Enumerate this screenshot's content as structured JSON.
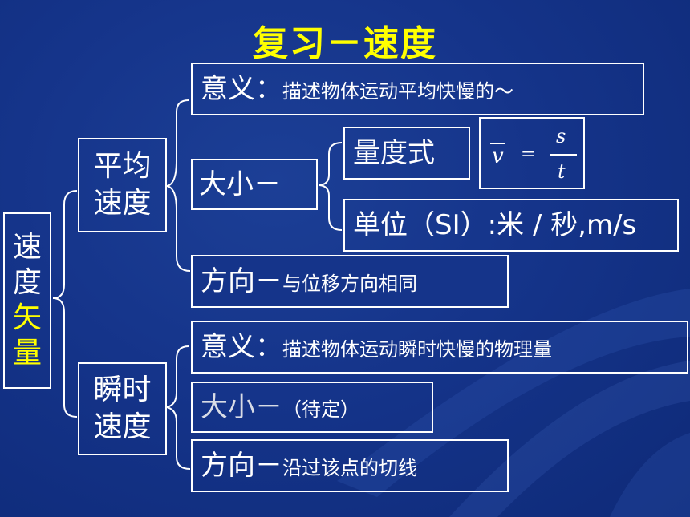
{
  "title": "复习－速度",
  "root": {
    "chars": [
      "速",
      "度",
      "矢",
      "量"
    ]
  },
  "avg": {
    "label_line1": "平均",
    "label_line2": "速度",
    "meaning_head": "意义：",
    "meaning_text": "描述物体运动平均快慢的～",
    "size_head": "大小－",
    "measure_label": "量度式",
    "formula": {
      "lhs": "v",
      "eq": "=",
      "num": "s",
      "den": "t"
    },
    "unit_text": "单位（SI）:米 / 秒,m/s",
    "dir_head": "方向－",
    "dir_text": "与位移方向相同"
  },
  "inst": {
    "label_line1": "瞬时",
    "label_line2": "速度",
    "meaning_head": "意义：",
    "meaning_text": "描述物体运动瞬时快慢的物理量",
    "size_head": "大小－",
    "size_text": "（待定）",
    "dir_head": "方向－",
    "dir_text": "沿过该点的切线"
  }
}
